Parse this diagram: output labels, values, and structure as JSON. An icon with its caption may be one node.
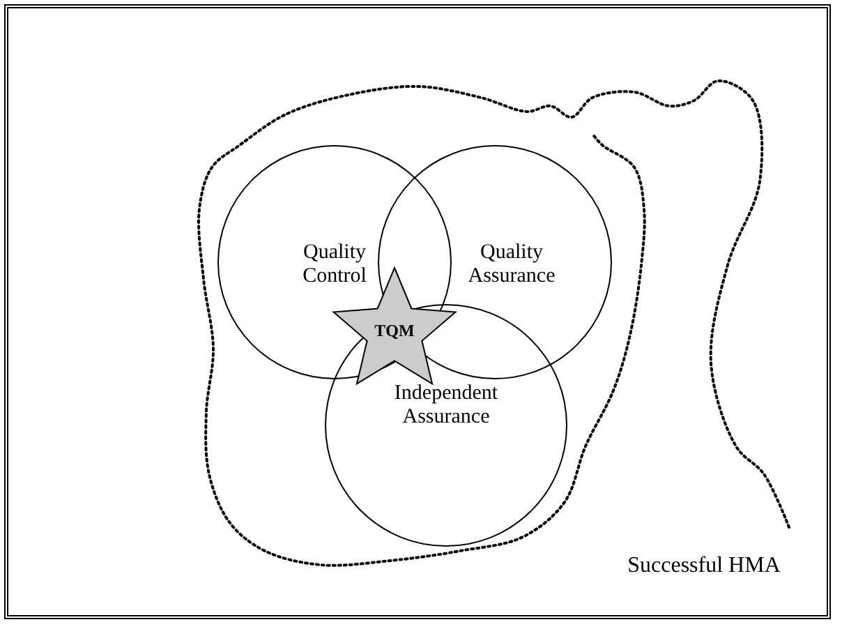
{
  "diagram": {
    "nodes": [
      {
        "text": [
          "Successful HMA"
        ]
      },
      {
        "text": [
          "Quality Control"
        ],
        "in": 0
      },
      {
        "text": [
          "Quality Assurance"
        ],
        "in": 0
      },
      {
        "text": [
          "Independent Assurance"
        ],
        "in": 0
      },
      {
        "text": [
          "TQM"
        ],
        "in": 0
      }
    ]
  }
}
